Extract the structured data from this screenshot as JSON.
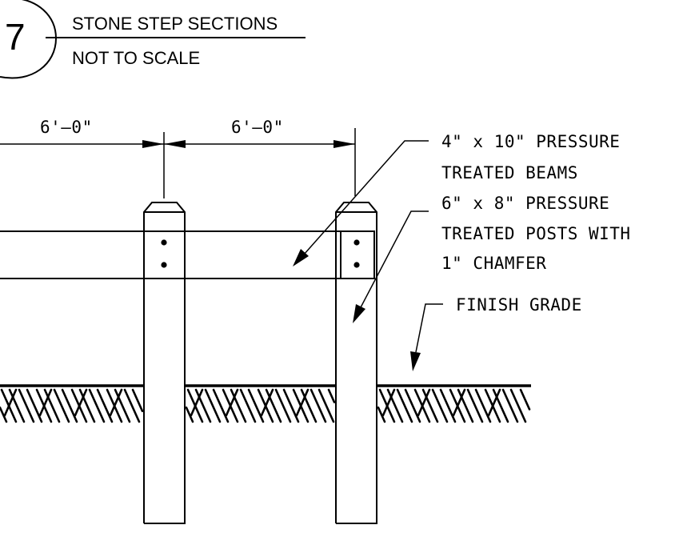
{
  "title_block": {
    "detail_number": "7",
    "title": "STONE STEP SECTIONS",
    "scale": "NOT TO SCALE"
  },
  "dimensions": {
    "left_span": "6'–0\"",
    "right_span": "6'–0\""
  },
  "callouts": {
    "beams_line1": "4\" x 10\" PRESSURE",
    "beams_line2": "TREATED BEAMS",
    "posts_line1": "6\" x 8\" PRESSURE",
    "posts_line2": "TREATED POSTS WITH",
    "posts_line3": "1\" CHAMFER",
    "grade": "FINISH GRADE"
  }
}
